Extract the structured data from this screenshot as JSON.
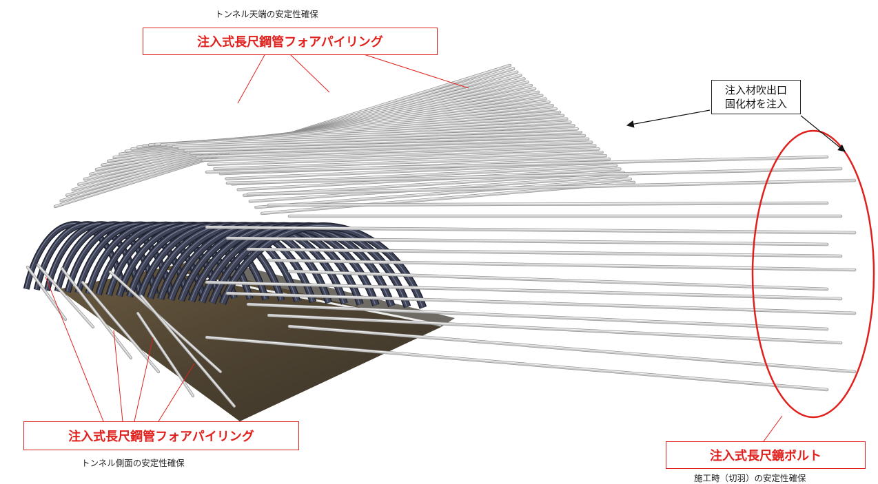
{
  "captions": {
    "top": "トンネル天端の安定性確保",
    "bottom_left": "トンネル側面の安定性確保",
    "bottom_right": "施工時（切羽）の安定性確保"
  },
  "labels": {
    "top": "注入式長尺鋼管フォアパイリング",
    "bottom_left": "注入式長尺鋼管フォアパイリング",
    "bottom_right": "注入式長尺鏡ボルト"
  },
  "note": {
    "line1": "注入材吹出口",
    "line2": "固化材を注入"
  },
  "colors": {
    "label_red": "#e0201c",
    "rib": "#3e4358",
    "pipe": "#c8c8c8",
    "floor": "#4e4332"
  }
}
